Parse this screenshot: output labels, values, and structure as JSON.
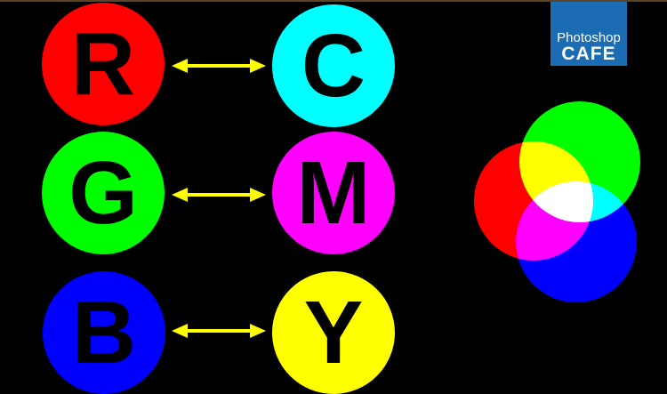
{
  "rows": [
    {
      "left": {
        "letter": "R",
        "color": "#ff0000"
      },
      "right": {
        "letter": "C",
        "color": "#00ffff"
      }
    },
    {
      "left": {
        "letter": "G",
        "color": "#00ff00"
      },
      "right": {
        "letter": "M",
        "color": "#ff00ff"
      }
    },
    {
      "left": {
        "letter": "B",
        "color": "#0000ff"
      },
      "right": {
        "letter": "Y",
        "color": "#ffff00"
      }
    }
  ],
  "arrow_color": "#ffff00",
  "logo": {
    "line1": "Photoshop",
    "line2": "CAFE",
    "color": "#1b6cb3"
  },
  "venn": {
    "colors": [
      "#ff0000",
      "#00ff00",
      "#0000ff"
    ]
  }
}
